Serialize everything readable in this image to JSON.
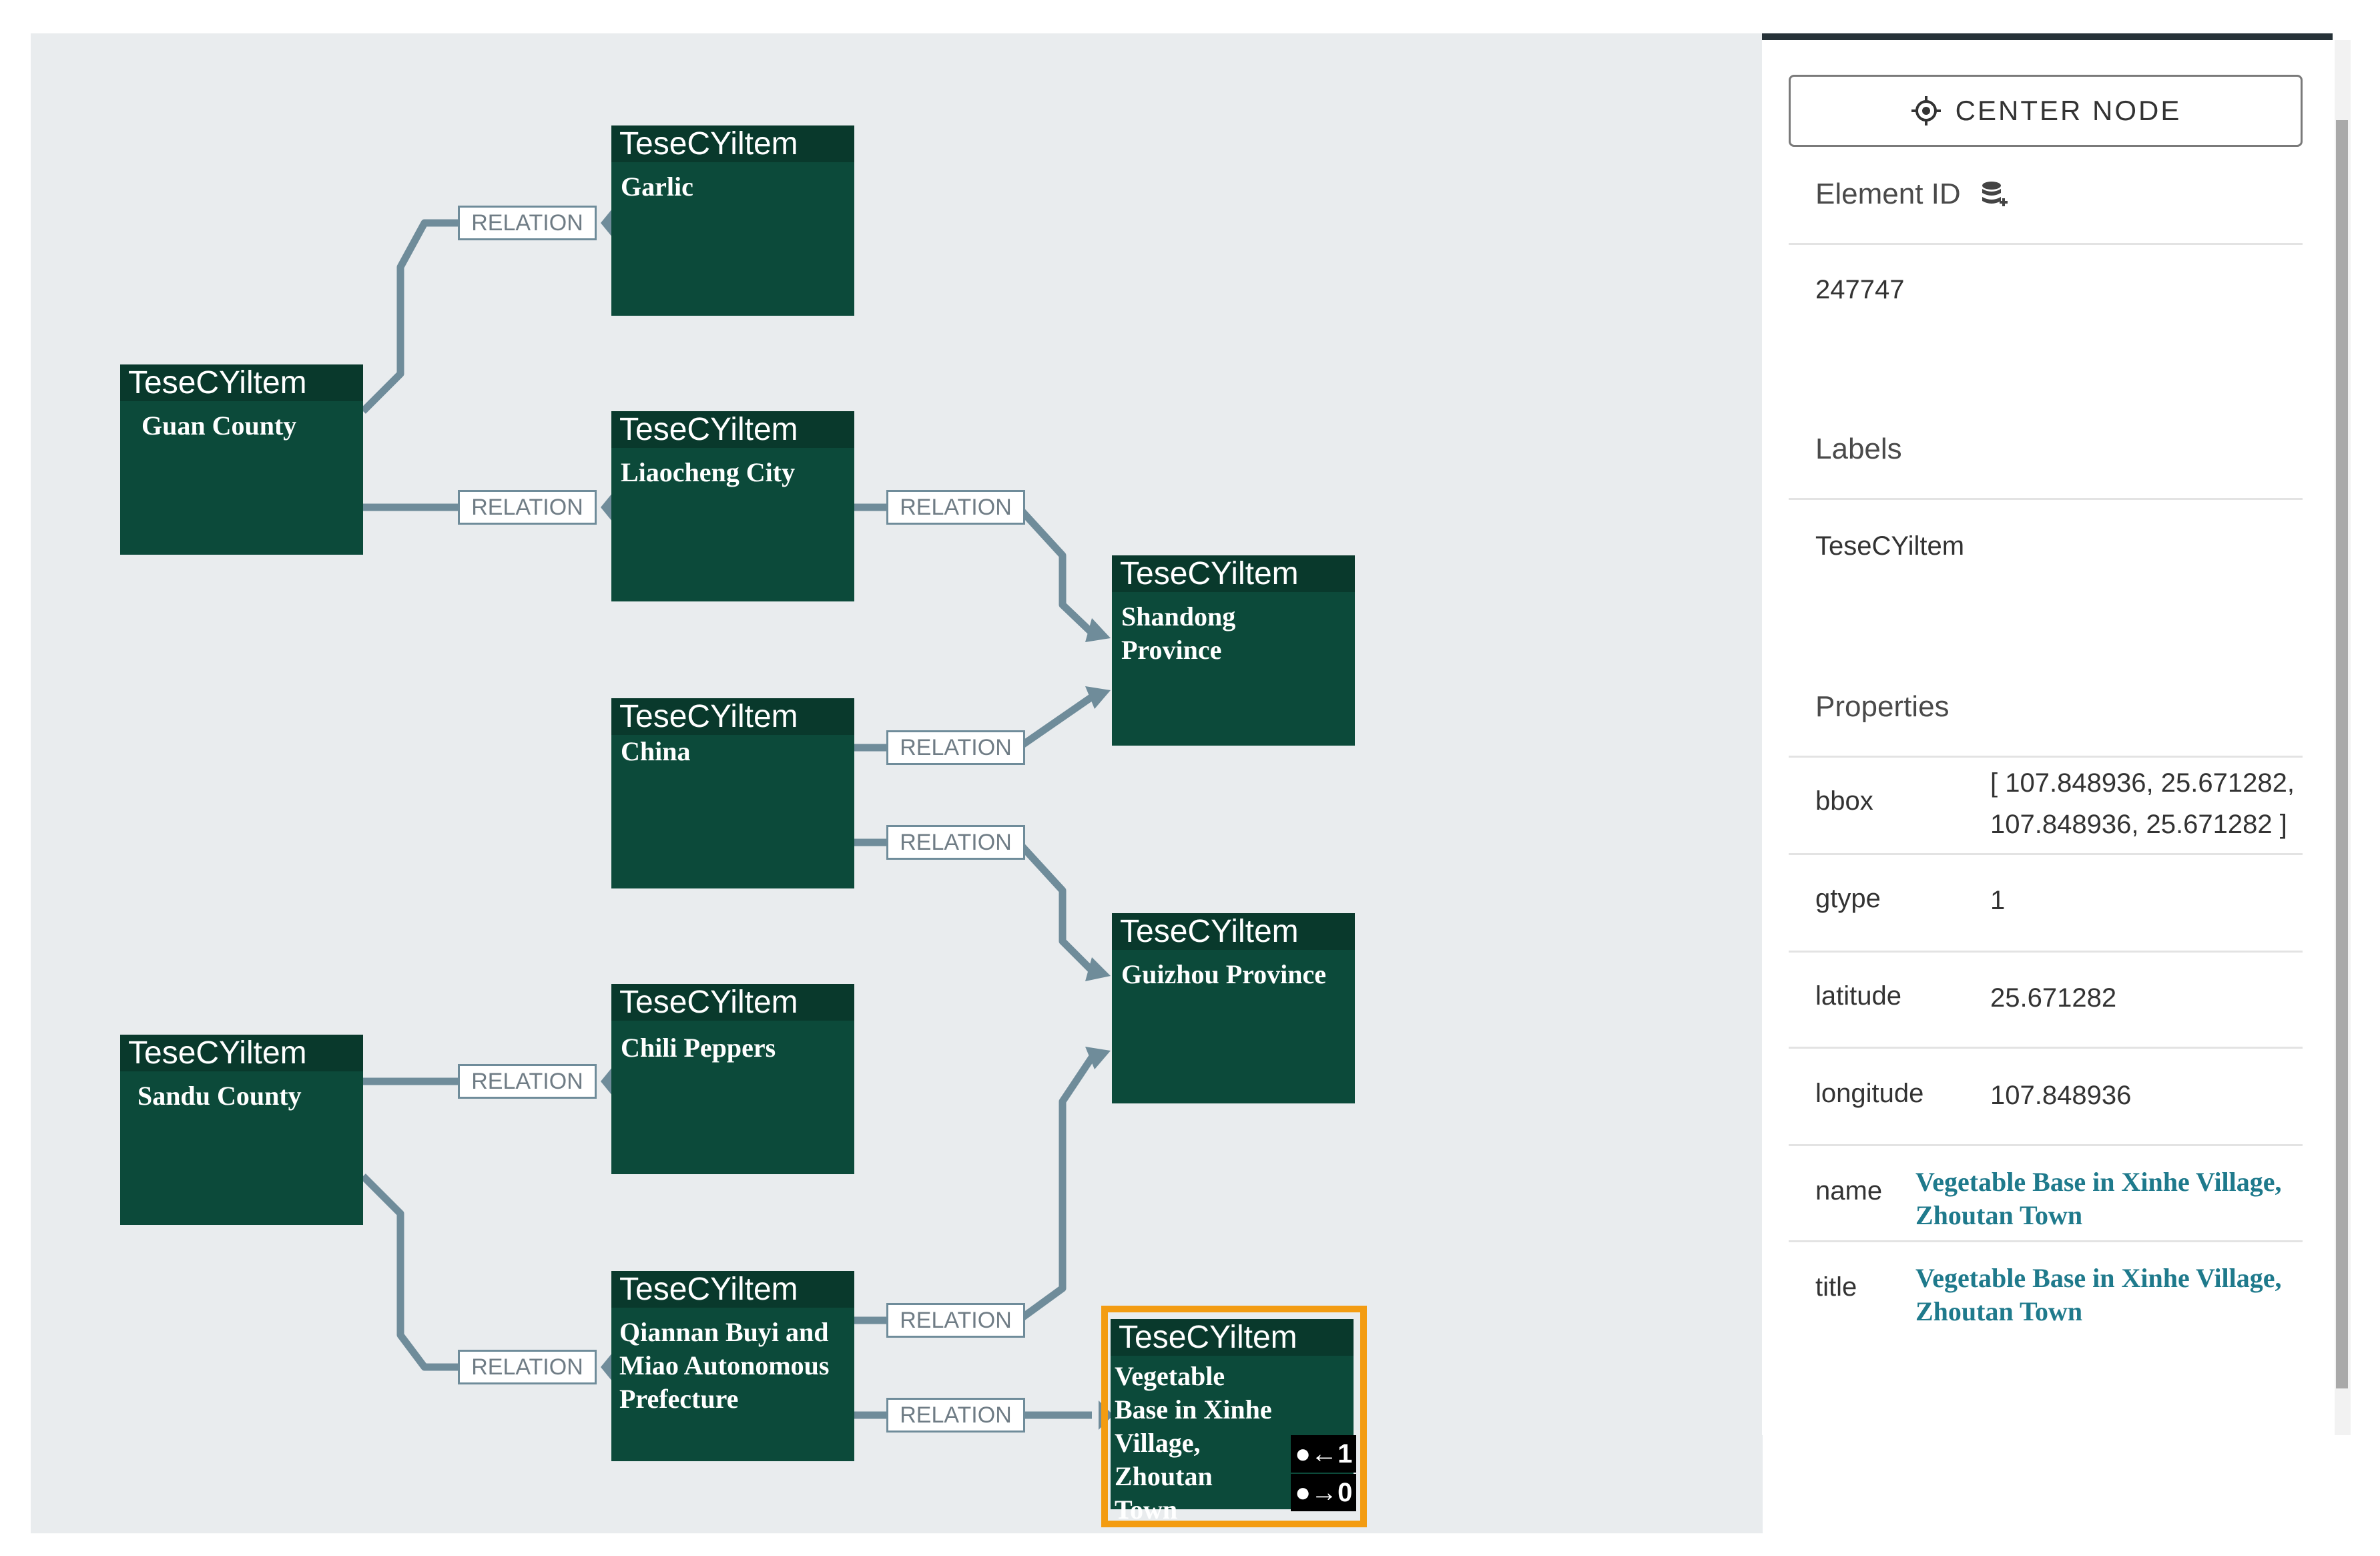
{
  "graph": {
    "node_type": "TeseCYiltem",
    "relation_label": "RELATION",
    "nodes": {
      "garlic": "Garlic",
      "guan": "Guan County",
      "liaocheng": "Liaocheng City",
      "shandong": "Shandong Province",
      "china": "China",
      "guizhou": "Guizhou Province",
      "chili": "Chili Peppers",
      "sandu": "Sandu County",
      "qiannan": "Qiannan Buyi and Miao Autonomous Prefecture",
      "vegetable": "Vegetable Base in Xinhe Village, Zhoutan Town"
    },
    "selected_node": "vegetable",
    "selected_counts": {
      "incoming": "1",
      "outgoing": "0"
    },
    "colors": {
      "node": "#0c4a3a",
      "edge": "#6f8c9a",
      "selected": "#f39c12",
      "canvas": "#e9ecee"
    }
  },
  "panel": {
    "center_button": "CENTER NODE",
    "element_id_label": "Element ID",
    "element_id": "247747",
    "labels_label": "Labels",
    "labels_value": "TeseCYiltem",
    "properties_label": "Properties",
    "properties": [
      {
        "key": "bbox",
        "value": "[ 107.848936, 25.671282, 107.848936, 25.671282 ]"
      },
      {
        "key": "gtype",
        "value": "1"
      },
      {
        "key": "latitude",
        "value": "25.671282"
      },
      {
        "key": "longitude",
        "value": "107.848936"
      },
      {
        "key": "name",
        "value": "Vegetable Base in Xinhe Village, Zhoutan Town"
      },
      {
        "key": "title",
        "value": "Vegetable Base in Xinhe Village, Zhoutan Town"
      }
    ]
  }
}
